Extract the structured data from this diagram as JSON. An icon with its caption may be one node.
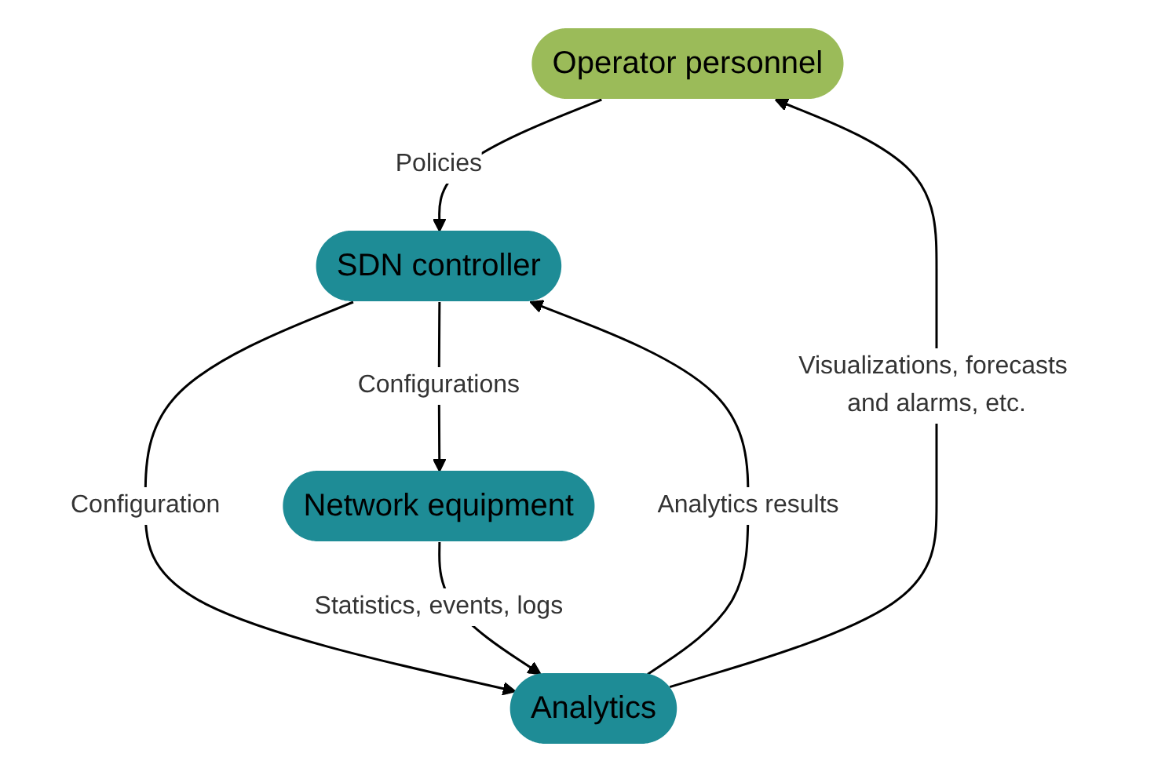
{
  "diagram": {
    "nodes": [
      {
        "text": [
          "Operator personnel"
        ]
      },
      {
        "text": [
          "SDN controller"
        ]
      },
      {
        "text": [
          "Analytics"
        ]
      },
      {
        "text": [
          "Network equipment"
        ]
      }
    ],
    "edges": [
      {
        "from": 0,
        "to": 1,
        "arrow": "to",
        "label": "Policies"
      },
      {
        "from": 2,
        "to": 1,
        "arrow": "to",
        "label": "Analytics results"
      },
      {
        "from": 1,
        "to": 2,
        "arrow": "to",
        "label": "Configuration"
      },
      {
        "from": 1,
        "to": 3,
        "arrow": "to",
        "label": "Configurations"
      },
      {
        "from": 3,
        "to": 2,
        "arrow": "to",
        "label": "Statistics, events, logs"
      },
      {
        "from": 2,
        "to": 0,
        "arrow": "to",
        "label": "Visualizations, forecasts and alarms, etc."
      }
    ]
  }
}
